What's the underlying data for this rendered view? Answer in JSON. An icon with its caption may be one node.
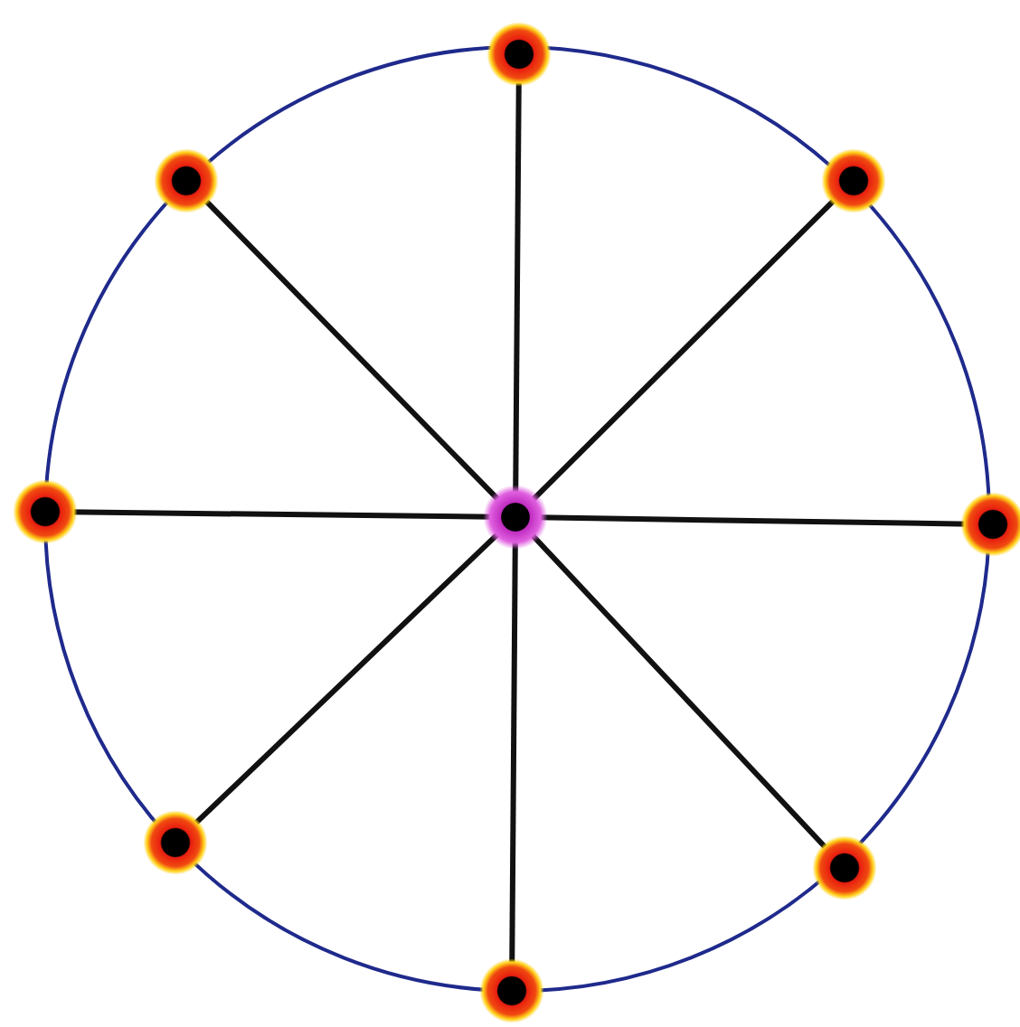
{
  "diagram": {
    "nodes": [
      {
        "text": [],
        "shape": "circle"
      },
      {
        "text": [],
        "shape": "circle"
      },
      {
        "text": [],
        "shape": "circle"
      },
      {
        "text": [],
        "shape": "circle"
      },
      {
        "text": [],
        "shape": "circle"
      },
      {
        "text": [],
        "shape": "circle"
      },
      {
        "text": [],
        "shape": "circle"
      },
      {
        "text": [],
        "shape": "circle"
      },
      {
        "text": [],
        "shape": "circle"
      }
    ],
    "edges": [
      {
        "from": 4,
        "to": 0,
        "arrow": "none"
      },
      {
        "from": 4,
        "to": 1,
        "arrow": "none"
      },
      {
        "from": 4,
        "to": 2,
        "arrow": "none"
      },
      {
        "from": 4,
        "to": 3,
        "arrow": "none"
      },
      {
        "from": 4,
        "to": 5,
        "arrow": "none"
      },
      {
        "from": 4,
        "to": 6,
        "arrow": "none"
      },
      {
        "from": 4,
        "to": 7,
        "arrow": "none"
      },
      {
        "from": 4,
        "to": 8,
        "arrow": "none"
      }
    ]
  }
}
